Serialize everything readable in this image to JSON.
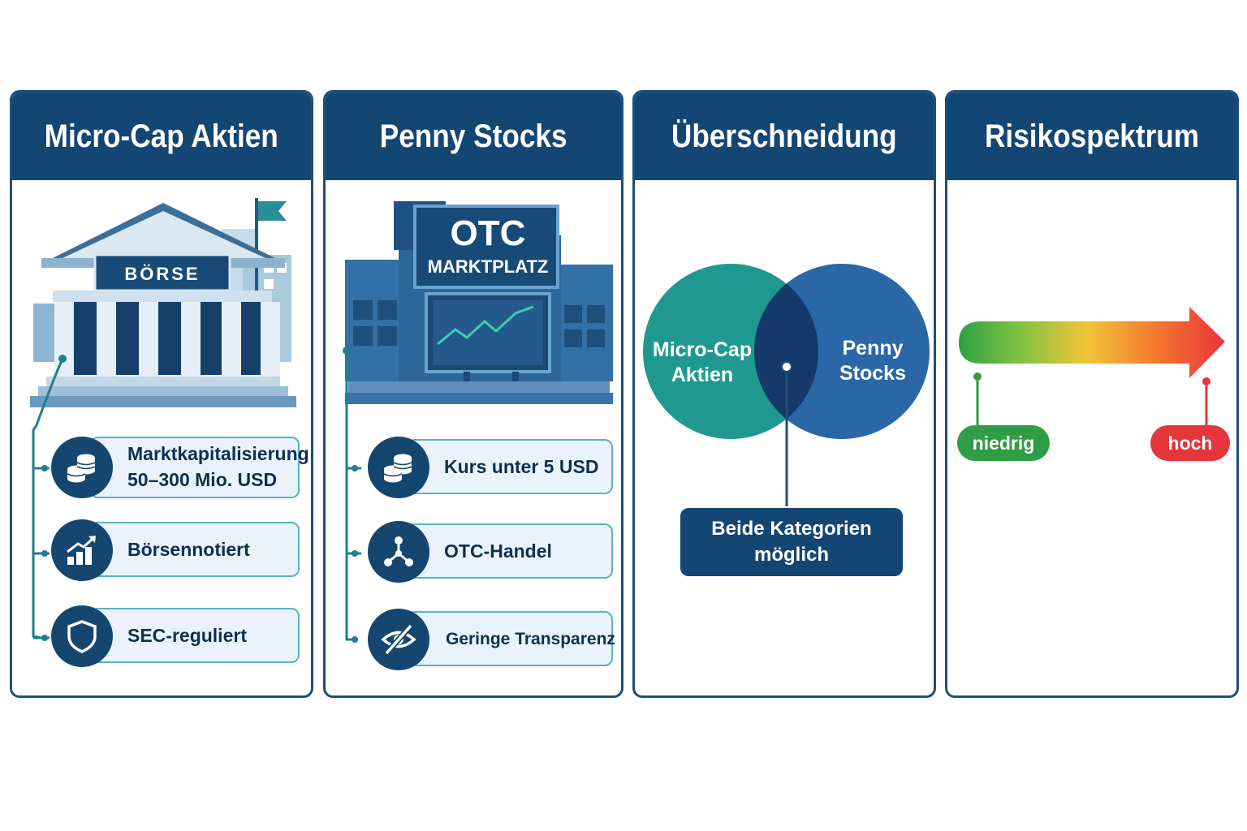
{
  "panels": {
    "microcap": {
      "title": "Micro-Cap Aktien",
      "building_sign": "BÖRSE",
      "features": [
        {
          "line1": "Marktkapitalisierung",
          "line2": "50–300 Mio. USD",
          "icon": "coins-icon"
        },
        {
          "line1": "Börsennotiert",
          "icon": "growth-chart-icon"
        },
        {
          "line1": "SEC-reguliert",
          "icon": "shield-icon"
        }
      ]
    },
    "penny": {
      "title": "Penny Stocks",
      "sign_line1": "OTC",
      "sign_line2": "MARKTPLATZ",
      "features": [
        {
          "line1": "Kurs unter 5 USD",
          "icon": "coins-icon"
        },
        {
          "line1": "OTC-Handel",
          "icon": "network-icon"
        },
        {
          "line1": "Geringe Transparenz",
          "icon": "eye-slash-icon"
        }
      ]
    },
    "overlap": {
      "title": "Überschneidung",
      "left_circle": {
        "line1": "Micro-Cap",
        "line2": "Aktien"
      },
      "right_circle": {
        "line1": "Penny",
        "line2": "Stocks"
      },
      "box": {
        "line1": "Beide Kategorien",
        "line2": "möglich"
      }
    },
    "risk": {
      "title": "Risikospektrum",
      "low_label": "niedrig",
      "high_label": "hoch"
    }
  },
  "colors": {
    "navy": "#144673",
    "teal": "#1f9990",
    "blue": "#2b66a6",
    "low": "#2e9d45",
    "high": "#e5363a"
  }
}
